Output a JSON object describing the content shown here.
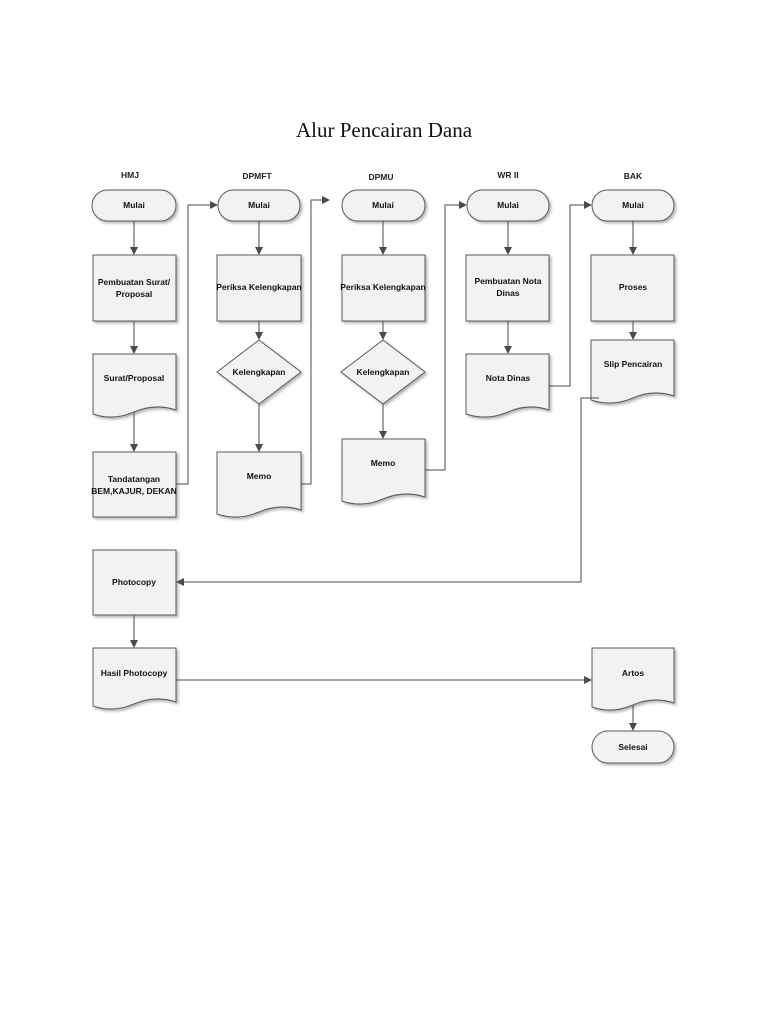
{
  "title": "Alur Pencairan Dana",
  "lanes": [
    "HMJ",
    "DPMFT",
    "DPMU",
    "WR II",
    "BAK"
  ],
  "nodes": {
    "hmj_start": "Mulai",
    "hmj_surat_line1": "Pembuatan Surat/",
    "hmj_surat_line2": "Proposal",
    "hmj_doc": "Surat/Proposal",
    "hmj_ttd_line1": "Tandatangan",
    "hmj_ttd_line2": "BEM,KAJUR, DEKAN",
    "dpmft_start": "Mulai",
    "dpmft_periksa": "Periksa Kelengkapan",
    "dpmft_decision": "Kelengkapan",
    "dpmft_memo": "Memo",
    "dpmu_start": "Mulai",
    "dpmu_periksa": "Periksa Kelengkapan",
    "dpmu_decision": "Kelengkapan",
    "dpmu_memo": "Memo",
    "wr_start": "Mulai",
    "wr_nota_line1": "Pembuatan Nota",
    "wr_nota_line2": "Dinas",
    "wr_doc": "Nota Dinas",
    "bak_start": "Mulai",
    "bak_proses": "Proses",
    "bak_slip": "Slip Pencairan",
    "photocopy": "Photocopy",
    "hasil_photocopy": "Hasil Photocopy",
    "artos": "Artos",
    "selesai": "Selesai"
  },
  "colors": {
    "fill": "#f2f2f2",
    "stroke": "#5a5a5a",
    "connector": "#4a4a4a"
  }
}
